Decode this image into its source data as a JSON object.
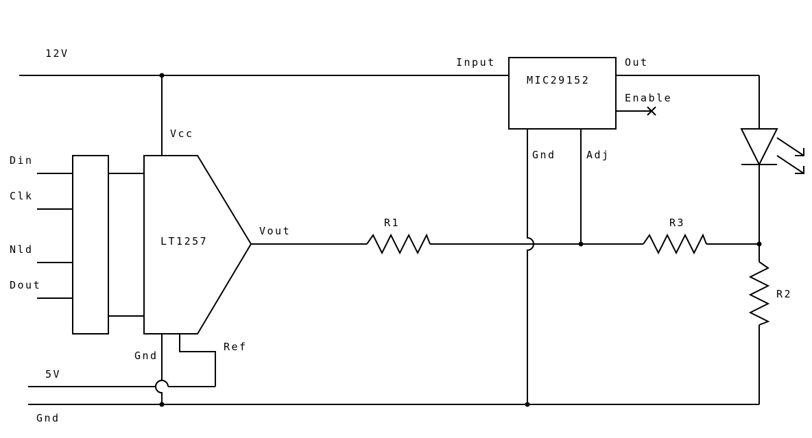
{
  "nets": {
    "v12": "12V",
    "v5": "5V",
    "gnd": "Gnd"
  },
  "dac_chip": {
    "name": "LT1257",
    "vcc_pin": "Vcc",
    "gnd_pin": "Gnd",
    "ref_pin": "Ref",
    "vout_pin": "Vout",
    "inputs": [
      "Din",
      "Clk",
      "Nld",
      "Dout"
    ]
  },
  "regulator": {
    "name": "MIC29152",
    "input_pin": "Input",
    "out_pin": "Out",
    "enable_pin": "Enable",
    "gnd_pin": "Gnd",
    "adj_pin": "Adj"
  },
  "resistors": {
    "r1": "R1",
    "r2": "R2",
    "r3": "R3"
  }
}
